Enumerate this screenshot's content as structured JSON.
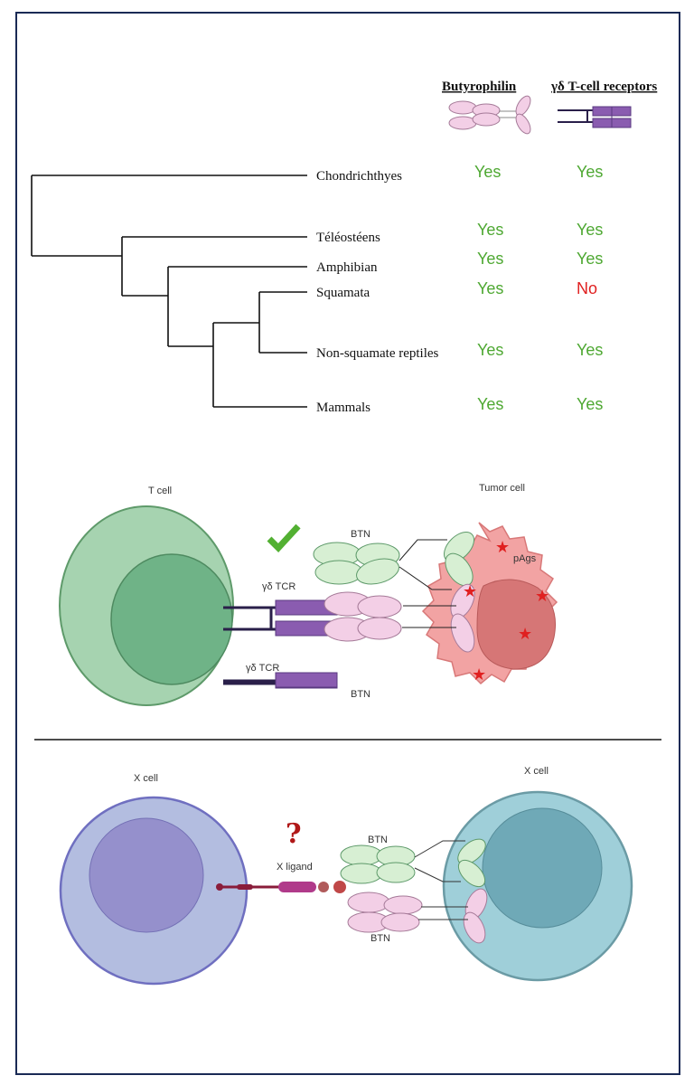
{
  "header": {
    "butyrophilin": "Butyrophilin",
    "tcr": "γδ T-cell receptors"
  },
  "taxa": [
    {
      "name": "Chondrichthyes",
      "butyrophilin": "Yes",
      "tcr": "Yes"
    },
    {
      "name": "Téléostéens",
      "butyrophilin": "Yes",
      "tcr": "Yes"
    },
    {
      "name": "Amphibian",
      "butyrophilin": "Yes",
      "tcr": "Yes"
    },
    {
      "name": "Squamata",
      "butyrophilin": "Yes",
      "tcr": "No"
    },
    {
      "name": "Non-squamate reptiles",
      "butyrophilin": "Yes",
      "tcr": "Yes"
    },
    {
      "name": "Mammals",
      "butyrophilin": "Yes",
      "tcr": "Yes"
    }
  ],
  "panel1": {
    "t_cell": "T cell",
    "tumor_cell": "Tumor cell",
    "btn_top": "BTN",
    "btn_bottom": "BTN",
    "tcr_top": "γδ TCR",
    "tcr_bottom": "γδ TCR",
    "pags": "pAgs"
  },
  "panel2": {
    "x_cell_left": "X cell",
    "x_cell_right": "X cell",
    "question": "?",
    "x_ligand": "X ligand",
    "btn_top": "BTN",
    "btn_bottom": "BTN"
  },
  "colors": {
    "yes": "#4ea832",
    "no": "#e02020",
    "border": "#1a2a55"
  }
}
